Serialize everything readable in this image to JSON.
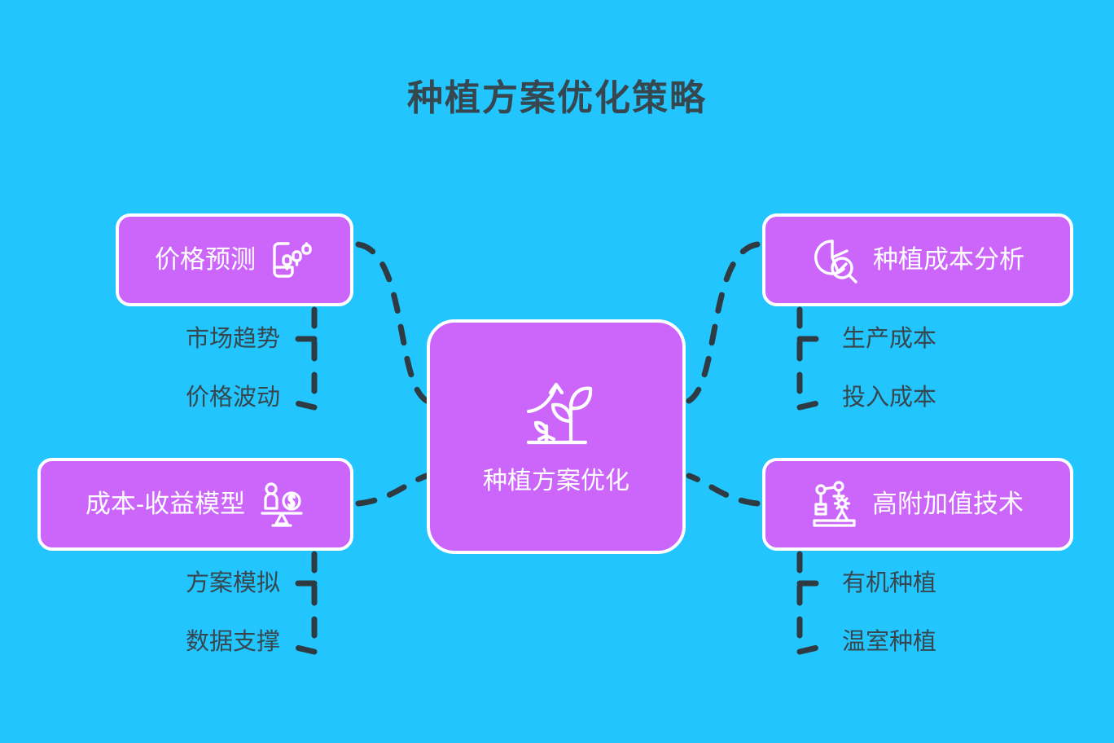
{
  "page": {
    "title": "种植方案优化策略",
    "background_color": "#22c5fd",
    "node_color": "#cc66fb",
    "node_border_color": "#ffffff",
    "text_color": "#37474f",
    "connector_color": "#2f3b42"
  },
  "center": {
    "label": "种植方案优化",
    "icon": "sprout-growth-icon"
  },
  "branches": [
    {
      "id": "price-forecast",
      "label": "价格预测",
      "icon": "mobile-candlestick-chart-icon",
      "icon_side": "right",
      "position": "top-left",
      "children": [
        "市场趋势",
        "价格波动"
      ]
    },
    {
      "id": "planting-cost-analysis",
      "label": "种植成本分析",
      "icon": "pie-chart-magnifier-icon",
      "icon_side": "left",
      "position": "top-right",
      "children": [
        "生产成本",
        "投入成本"
      ]
    },
    {
      "id": "cost-benefit-model",
      "label": "成本-收益模型",
      "icon": "balance-scale-person-money-icon",
      "icon_side": "right",
      "position": "bottom-left",
      "children": [
        "方案模拟",
        "数据支撑"
      ]
    },
    {
      "id": "high-value-technology",
      "label": "高附加值技术",
      "icon": "robot-arm-icon",
      "icon_side": "left",
      "position": "bottom-right",
      "children": [
        "有机种植",
        "温室种植"
      ]
    }
  ]
}
